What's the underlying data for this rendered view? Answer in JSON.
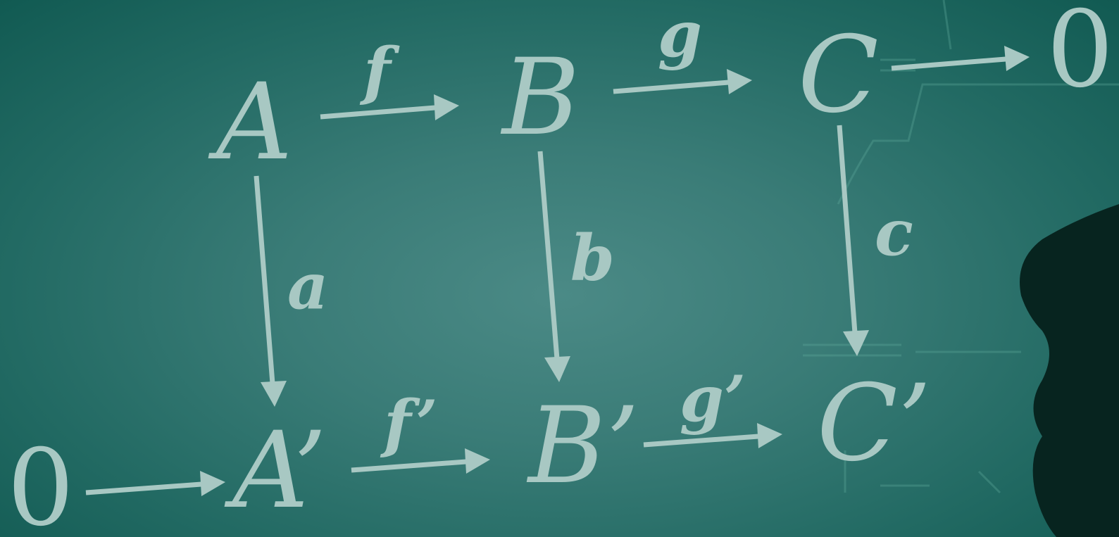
{
  "diagram": {
    "nodes": {
      "zero_left": "0",
      "A": "A",
      "B": "B",
      "C": "C",
      "zero_right": "0",
      "A_prime": "A’",
      "B_prime": "B’",
      "C_prime": "C’"
    },
    "edges": {
      "f": "f",
      "g": "g",
      "a": "a",
      "b": "b",
      "c": "c",
      "f_prime": "f’",
      "g_prime": "g’"
    }
  },
  "colors": {
    "background": "#3a7c77",
    "foreground": "#a8c8c3",
    "silhouette": "#07241f"
  }
}
